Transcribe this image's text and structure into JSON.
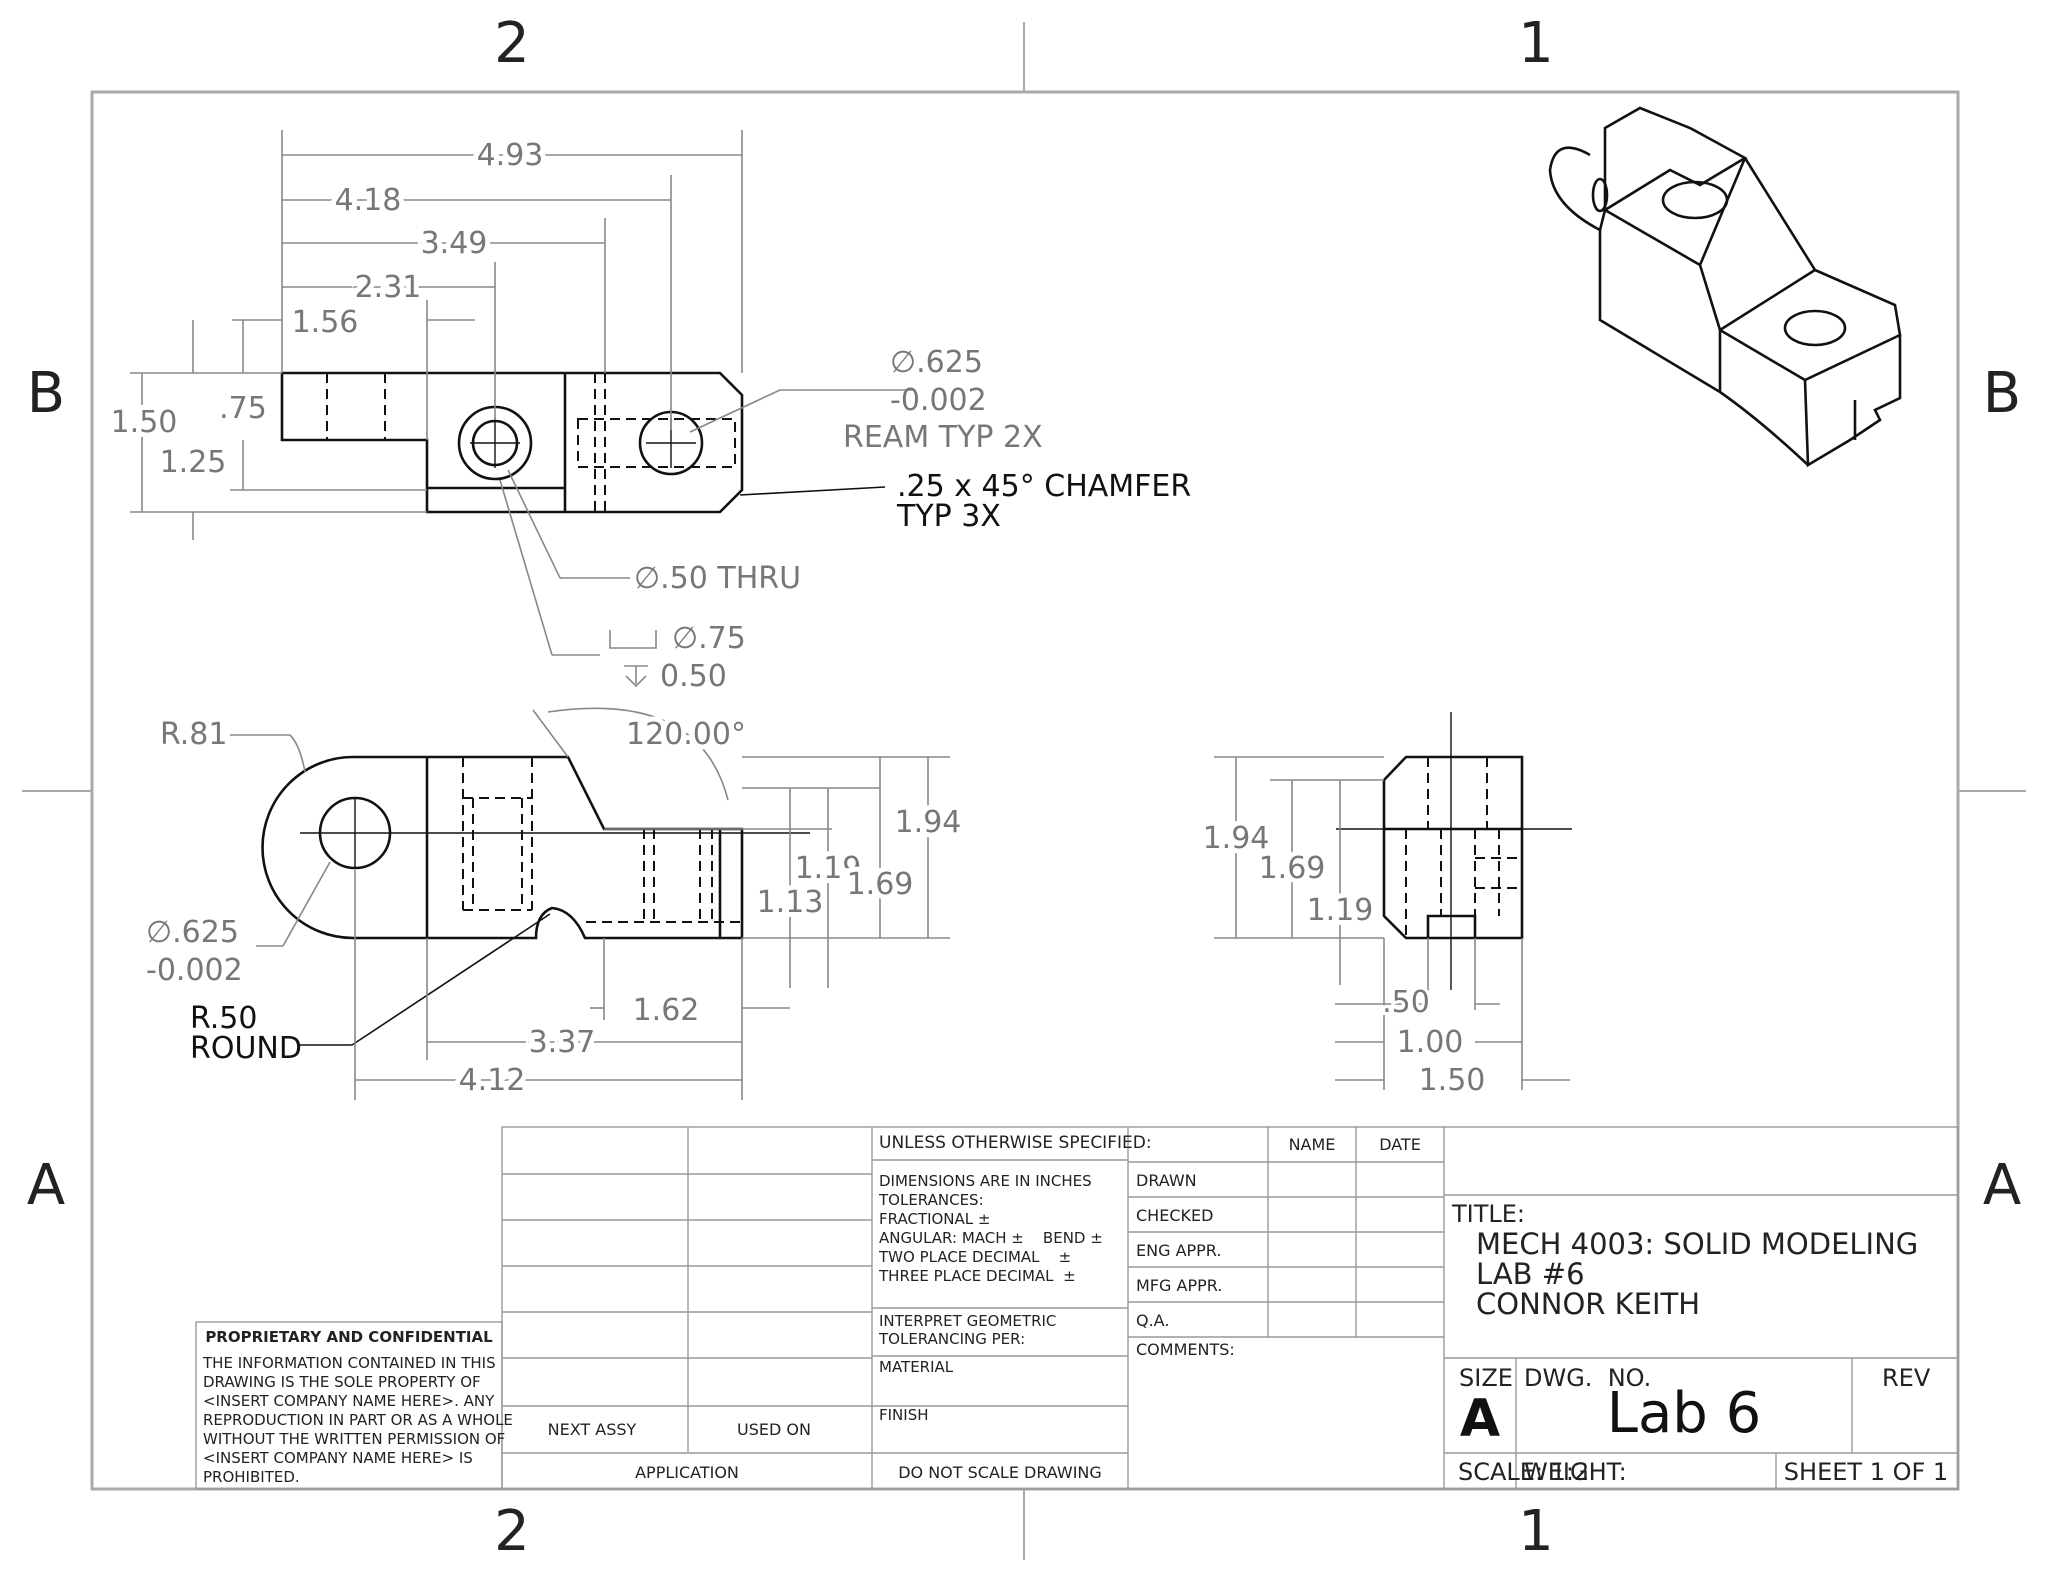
{
  "zones": {
    "top_left": "2",
    "top_right": "1",
    "bottom_left": "2",
    "bottom_right": "1",
    "left_upper": "B",
    "left_lower": "A",
    "right_upper": "B",
    "right_lower": "A"
  },
  "top_view": {
    "dims": [
      "4.93",
      "4.18",
      "3.49",
      "2.31",
      "1.56",
      ".75",
      "1.50",
      "1.25"
    ],
    "ream_note": [
      "∅.625",
      "-0.002",
      "REAM TYP 2X"
    ],
    "chamfer_note": [
      ".25 x 45° CHAMFER",
      "TYP 3X"
    ],
    "thru_note": "∅.50 THRU",
    "cbore_note": [
      "∅.75",
      "0.50"
    ]
  },
  "front_view": {
    "radius": "R.81",
    "angle": "120.00°",
    "hole_note": [
      "∅.625",
      "-0.002"
    ],
    "round_note": [
      "R.50",
      "ROUND"
    ],
    "dims": [
      "1.94",
      "1.19",
      "1.13",
      "1.69",
      "1.62",
      "3.37",
      "4.12"
    ]
  },
  "side_view": {
    "dims": [
      "1.94",
      "1.69",
      "1.19",
      ".50",
      "1.00",
      "1.50"
    ]
  },
  "title_block": {
    "proprietary_heading": "PROPRIETARY AND CONFIDENTIAL",
    "proprietary_text": [
      "THE INFORMATION CONTAINED IN THIS",
      "DRAWING IS THE SOLE PROPERTY OF",
      "<INSERT COMPANY NAME HERE>.  ANY",
      "REPRODUCTION IN PART OR AS A WHOLE",
      "WITHOUT THE WRITTEN PERMISSION OF",
      "<INSERT COMPANY NAME HERE> IS",
      "PROHIBITED."
    ],
    "next_assy": "NEXT ASSY",
    "used_on": "USED ON",
    "application": "APPLICATION",
    "unless_specified": "UNLESS OTHERWISE SPECIFIED:",
    "tolerances": [
      "DIMENSIONS ARE IN INCHES",
      "TOLERANCES:",
      "FRACTIONAL ±",
      "ANGULAR: MACH ±    BEND ±",
      "TWO PLACE DECIMAL    ±",
      "THREE PLACE DECIMAL  ±"
    ],
    "interpret": [
      "INTERPRET GEOMETRIC",
      "TOLERANCING PER:"
    ],
    "material": "MATERIAL",
    "finish": "FINISH",
    "do_not_scale": "DO NOT SCALE DRAWING",
    "name_header": "NAME",
    "date_header": "DATE",
    "approvals": [
      "DRAWN",
      "CHECKED",
      "ENG APPR.",
      "MFG APPR.",
      "Q.A."
    ],
    "comments": "COMMENTS:",
    "title_label": "TITLE:",
    "title_lines": [
      "MECH 4003: SOLID MODELING",
      "LAB #6",
      "CONNOR KEITH"
    ],
    "size_label": "SIZE",
    "size_value": "A",
    "dwg_no_label": "DWG.  NO.",
    "dwg_no": "Lab 6",
    "rev_label": "REV",
    "scale": "SCALE: 1:2",
    "weight": "WEIGHT:",
    "sheet": "SHEET 1 OF 1"
  }
}
